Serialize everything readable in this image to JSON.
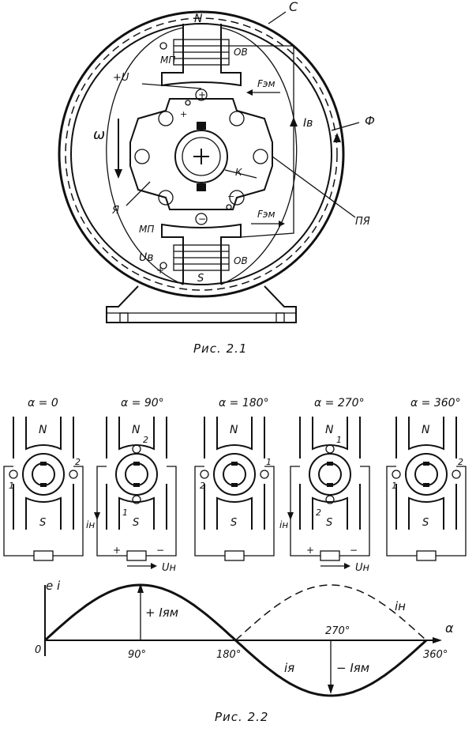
{
  "fig1": {
    "caption": "Рис. 2.1",
    "labels": {
      "c": "С",
      "n": "N",
      "s": "S",
      "ov_top": "ОВ",
      "ov_bottom": "ОВ",
      "mp_top": "МП",
      "mp_bottom": "МП",
      "plus_u": "+U",
      "f_em_top": "Fэм",
      "f_em_bottom": "Fэм",
      "i_v": "Iв",
      "phi": "Ф",
      "omega": "ω",
      "ya": "Я",
      "k": "К",
      "pya": "ПЯ",
      "u_v": "Uв",
      "plus_brush": "+",
      "minus_brush": "−",
      "plus_small": "+",
      "minus_small": "−",
      "plus_uv": "+"
    }
  },
  "fig2": {
    "caption": "Рис. 2.2",
    "frames": [
      {
        "alpha": "α = 0",
        "n": "N",
        "s": "S",
        "left": "1",
        "right": "2"
      },
      {
        "alpha": "α = 90°",
        "n": "N",
        "s": "S",
        "top": "2",
        "bottom": "1",
        "i": "iн",
        "plus": "+",
        "minus": "−",
        "u": "Uн"
      },
      {
        "alpha": "α = 180°",
        "n": "N",
        "s": "S",
        "left": "2",
        "right": "1"
      },
      {
        "alpha": "α = 270°",
        "n": "N",
        "s": "S",
        "top": "1",
        "bottom": "2",
        "i": "iн",
        "plus": "+",
        "minus": "−",
        "u": "Uн"
      },
      {
        "alpha": "α = 360°",
        "n": "N",
        "s": "S",
        "left": "1",
        "right": "2"
      }
    ],
    "graph": {
      "y_label": "e  i",
      "x_label": "α",
      "origin": "0",
      "ticks": [
        "90°",
        "180°",
        "270°",
        "360°"
      ],
      "plus_iam": "+ Iям",
      "minus_iam": "− Iям",
      "i_n": "iн",
      "i_ya": "iя"
    }
  }
}
